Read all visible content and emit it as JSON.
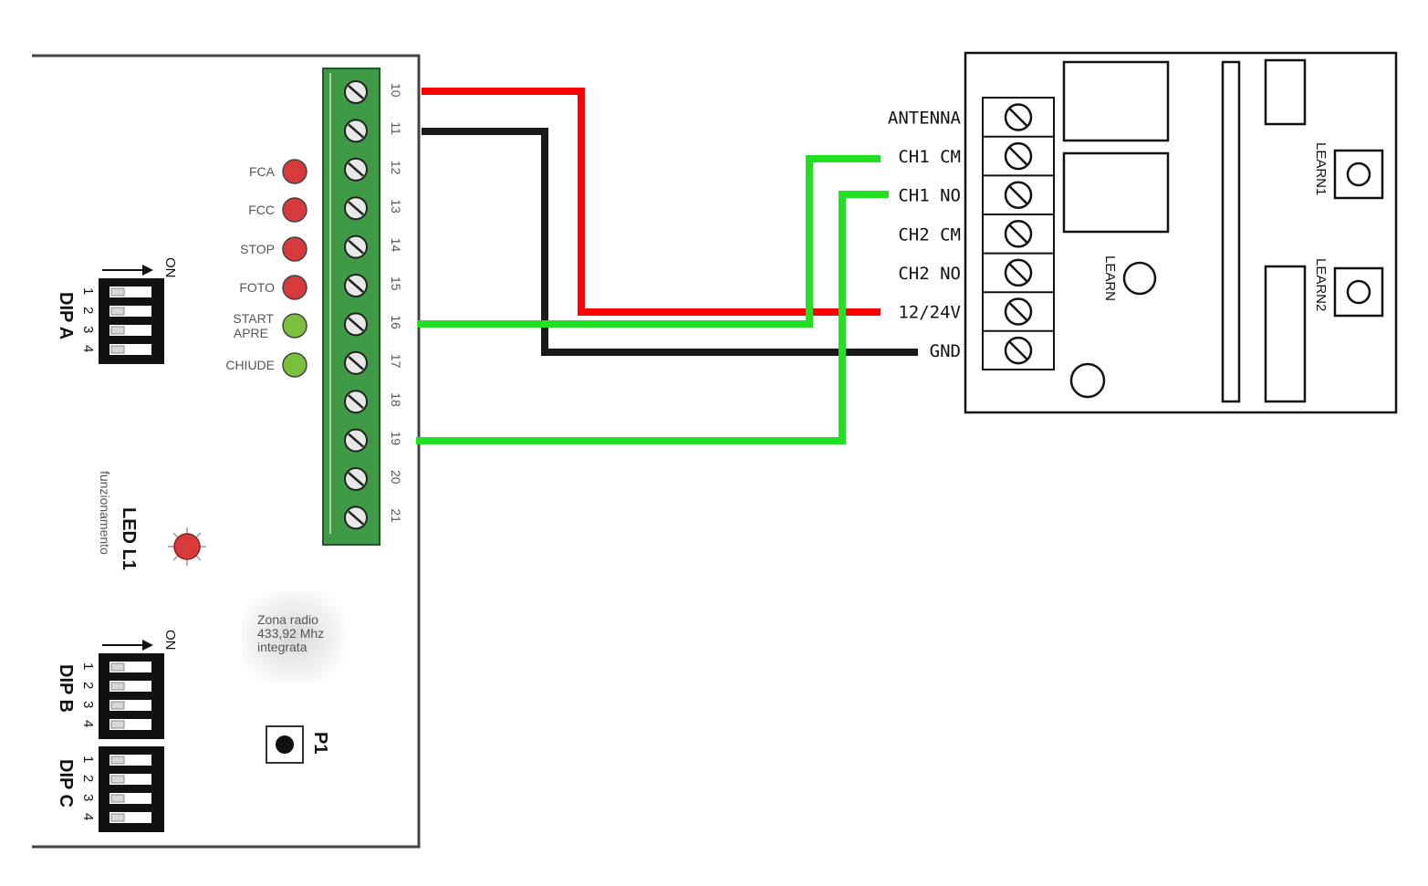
{
  "control_board": {
    "terminals": [
      "10",
      "11",
      "12",
      "13",
      "14",
      "15",
      "16",
      "17",
      "18",
      "19",
      "20",
      "21"
    ],
    "leds": [
      {
        "label": "FCA",
        "color": "#d63a3a"
      },
      {
        "label": "FCC",
        "color": "#d63a3a"
      },
      {
        "label": "STOP",
        "color": "#d63a3a"
      },
      {
        "label": "FOTO",
        "color": "#d63a3a"
      },
      {
        "label_line1": "START",
        "label_line2": "APRE",
        "color": "#7bbf3e"
      },
      {
        "label": "CHIUDE",
        "color": "#7bbf3e"
      }
    ],
    "dip_a": {
      "label": "DIP A",
      "on": "ON",
      "numbers": [
        "1",
        "2",
        "3",
        "4"
      ]
    },
    "dip_b": {
      "label": "DIP B",
      "on": "ON",
      "numbers": [
        "1",
        "2",
        "3",
        "4"
      ]
    },
    "dip_c": {
      "label": "DIP C",
      "numbers": [
        "1",
        "2",
        "3",
        "4"
      ]
    },
    "led_l1": {
      "title": "LED L1",
      "subtitle": "funzionamento",
      "color": "#d63a3a"
    },
    "radio_zone": {
      "line1": "Zona radio",
      "line2": "433,92 Mhz",
      "line3": "integrata"
    },
    "button_p1": "P1"
  },
  "receiver": {
    "terminals": [
      "ANTENNA",
      "CH1 CM",
      "CH1 NO",
      "CH2 CM",
      "CH2 NO",
      "12/24V",
      "GND"
    ],
    "learn": "LEARN",
    "learn1": "LEARN1",
    "learn2": "LEARN2"
  },
  "wires": [
    {
      "from": "10",
      "to": "12/24V",
      "color": "#ff0000"
    },
    {
      "from": "11",
      "to": "GND",
      "color": "#1a1a1a"
    },
    {
      "from": "16",
      "to": "CH1 CM",
      "color": "#22e022"
    },
    {
      "from": "19",
      "to": "CH1 NO",
      "color": "#22e022"
    }
  ],
  "colors": {
    "terminal_block": "#3e9a45",
    "wire_red": "#ff0000",
    "wire_black": "#1a1a1a",
    "wire_green": "#22e022"
  }
}
